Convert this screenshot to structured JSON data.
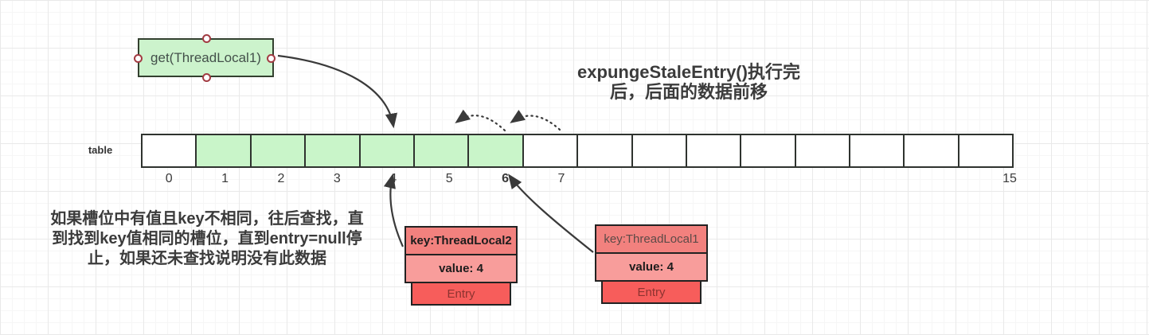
{
  "diagram": {
    "get_box": {
      "label": "get(ThreadLocal1)"
    },
    "title": {
      "line1": "expungeStaleEntry()执行完",
      "line2": "后，后面的数据前移"
    },
    "table": {
      "label": "table",
      "cells": [
        {
          "index": "0",
          "filled": false,
          "bold": false
        },
        {
          "index": "1",
          "filled": true,
          "bold": false
        },
        {
          "index": "2",
          "filled": true,
          "bold": false
        },
        {
          "index": "3",
          "filled": true,
          "bold": false
        },
        {
          "index": "4",
          "filled": true,
          "bold": false
        },
        {
          "index": "5",
          "filled": true,
          "bold": false
        },
        {
          "index": "6",
          "filled": true,
          "bold": true
        },
        {
          "index": "7",
          "filled": false,
          "bold": false
        },
        {
          "index": "",
          "filled": false,
          "bold": false
        },
        {
          "index": "",
          "filled": false,
          "bold": false
        },
        {
          "index": "",
          "filled": false,
          "bold": false
        },
        {
          "index": "",
          "filled": false,
          "bold": false
        },
        {
          "index": "",
          "filled": false,
          "bold": false
        },
        {
          "index": "",
          "filled": false,
          "bold": false
        },
        {
          "index": "",
          "filled": false,
          "bold": false
        },
        {
          "index": "15",
          "filled": false,
          "bold": false
        }
      ]
    },
    "note": {
      "line1": "如果槽位中有值且key不相同，往后查找，直",
      "line2": "到找到key值相同的槽位，直到entry=null停",
      "line3": "止，如果还未查找说明没有此数据"
    },
    "entries": [
      {
        "key": "key:ThreadLocal2",
        "value": "value: 4",
        "label": "Entry",
        "key_bold": true
      },
      {
        "key": "key:ThreadLocal1",
        "value": "value: 4",
        "label": "Entry",
        "key_bold": false
      }
    ],
    "colors": {
      "green_fill": "#c9f5c9",
      "green_border": "#33402f",
      "key_fill": "#f2817e",
      "value_fill": "#f89d9b",
      "entry_fill": "#f75d5b",
      "arrow": "#3a3a3a",
      "handle_border": "#a23b42"
    }
  }
}
